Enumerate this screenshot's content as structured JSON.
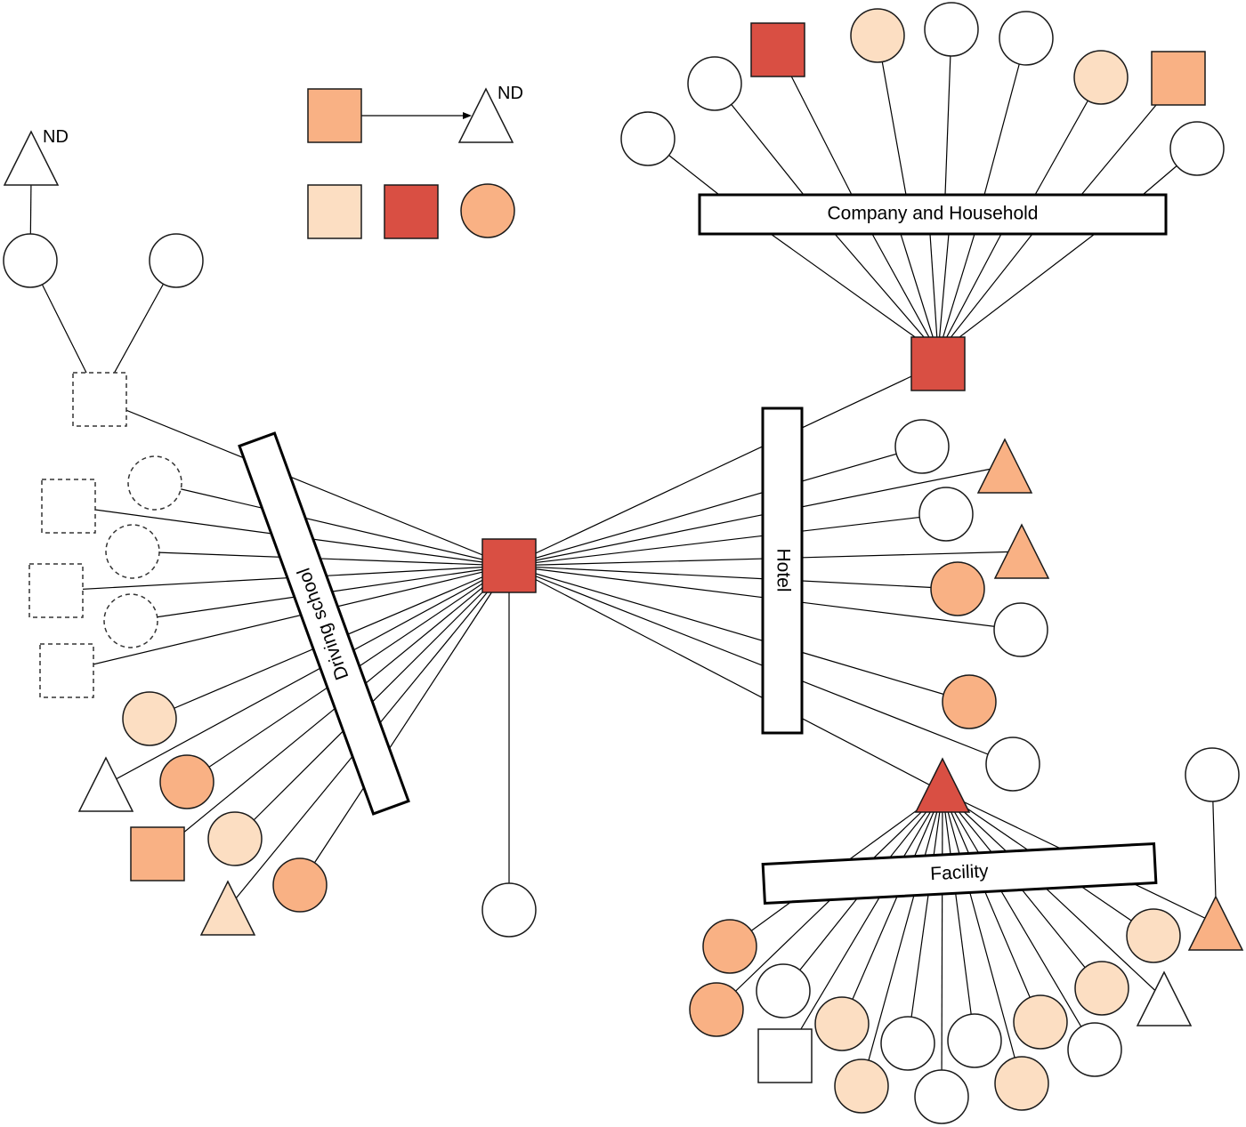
{
  "colors": {
    "red": "#d94f43",
    "orange": "#f9b184",
    "peach": "#fcdec2",
    "white": "#ffffff",
    "stroke": "#1a1a1a"
  },
  "groups": {
    "company": "Company and Household",
    "hotel": "Hotel",
    "driving": "Driving school",
    "facility": "Facility"
  },
  "legend": {
    "nd_label": "ND"
  },
  "tree": {
    "nd_label": "ND"
  }
}
